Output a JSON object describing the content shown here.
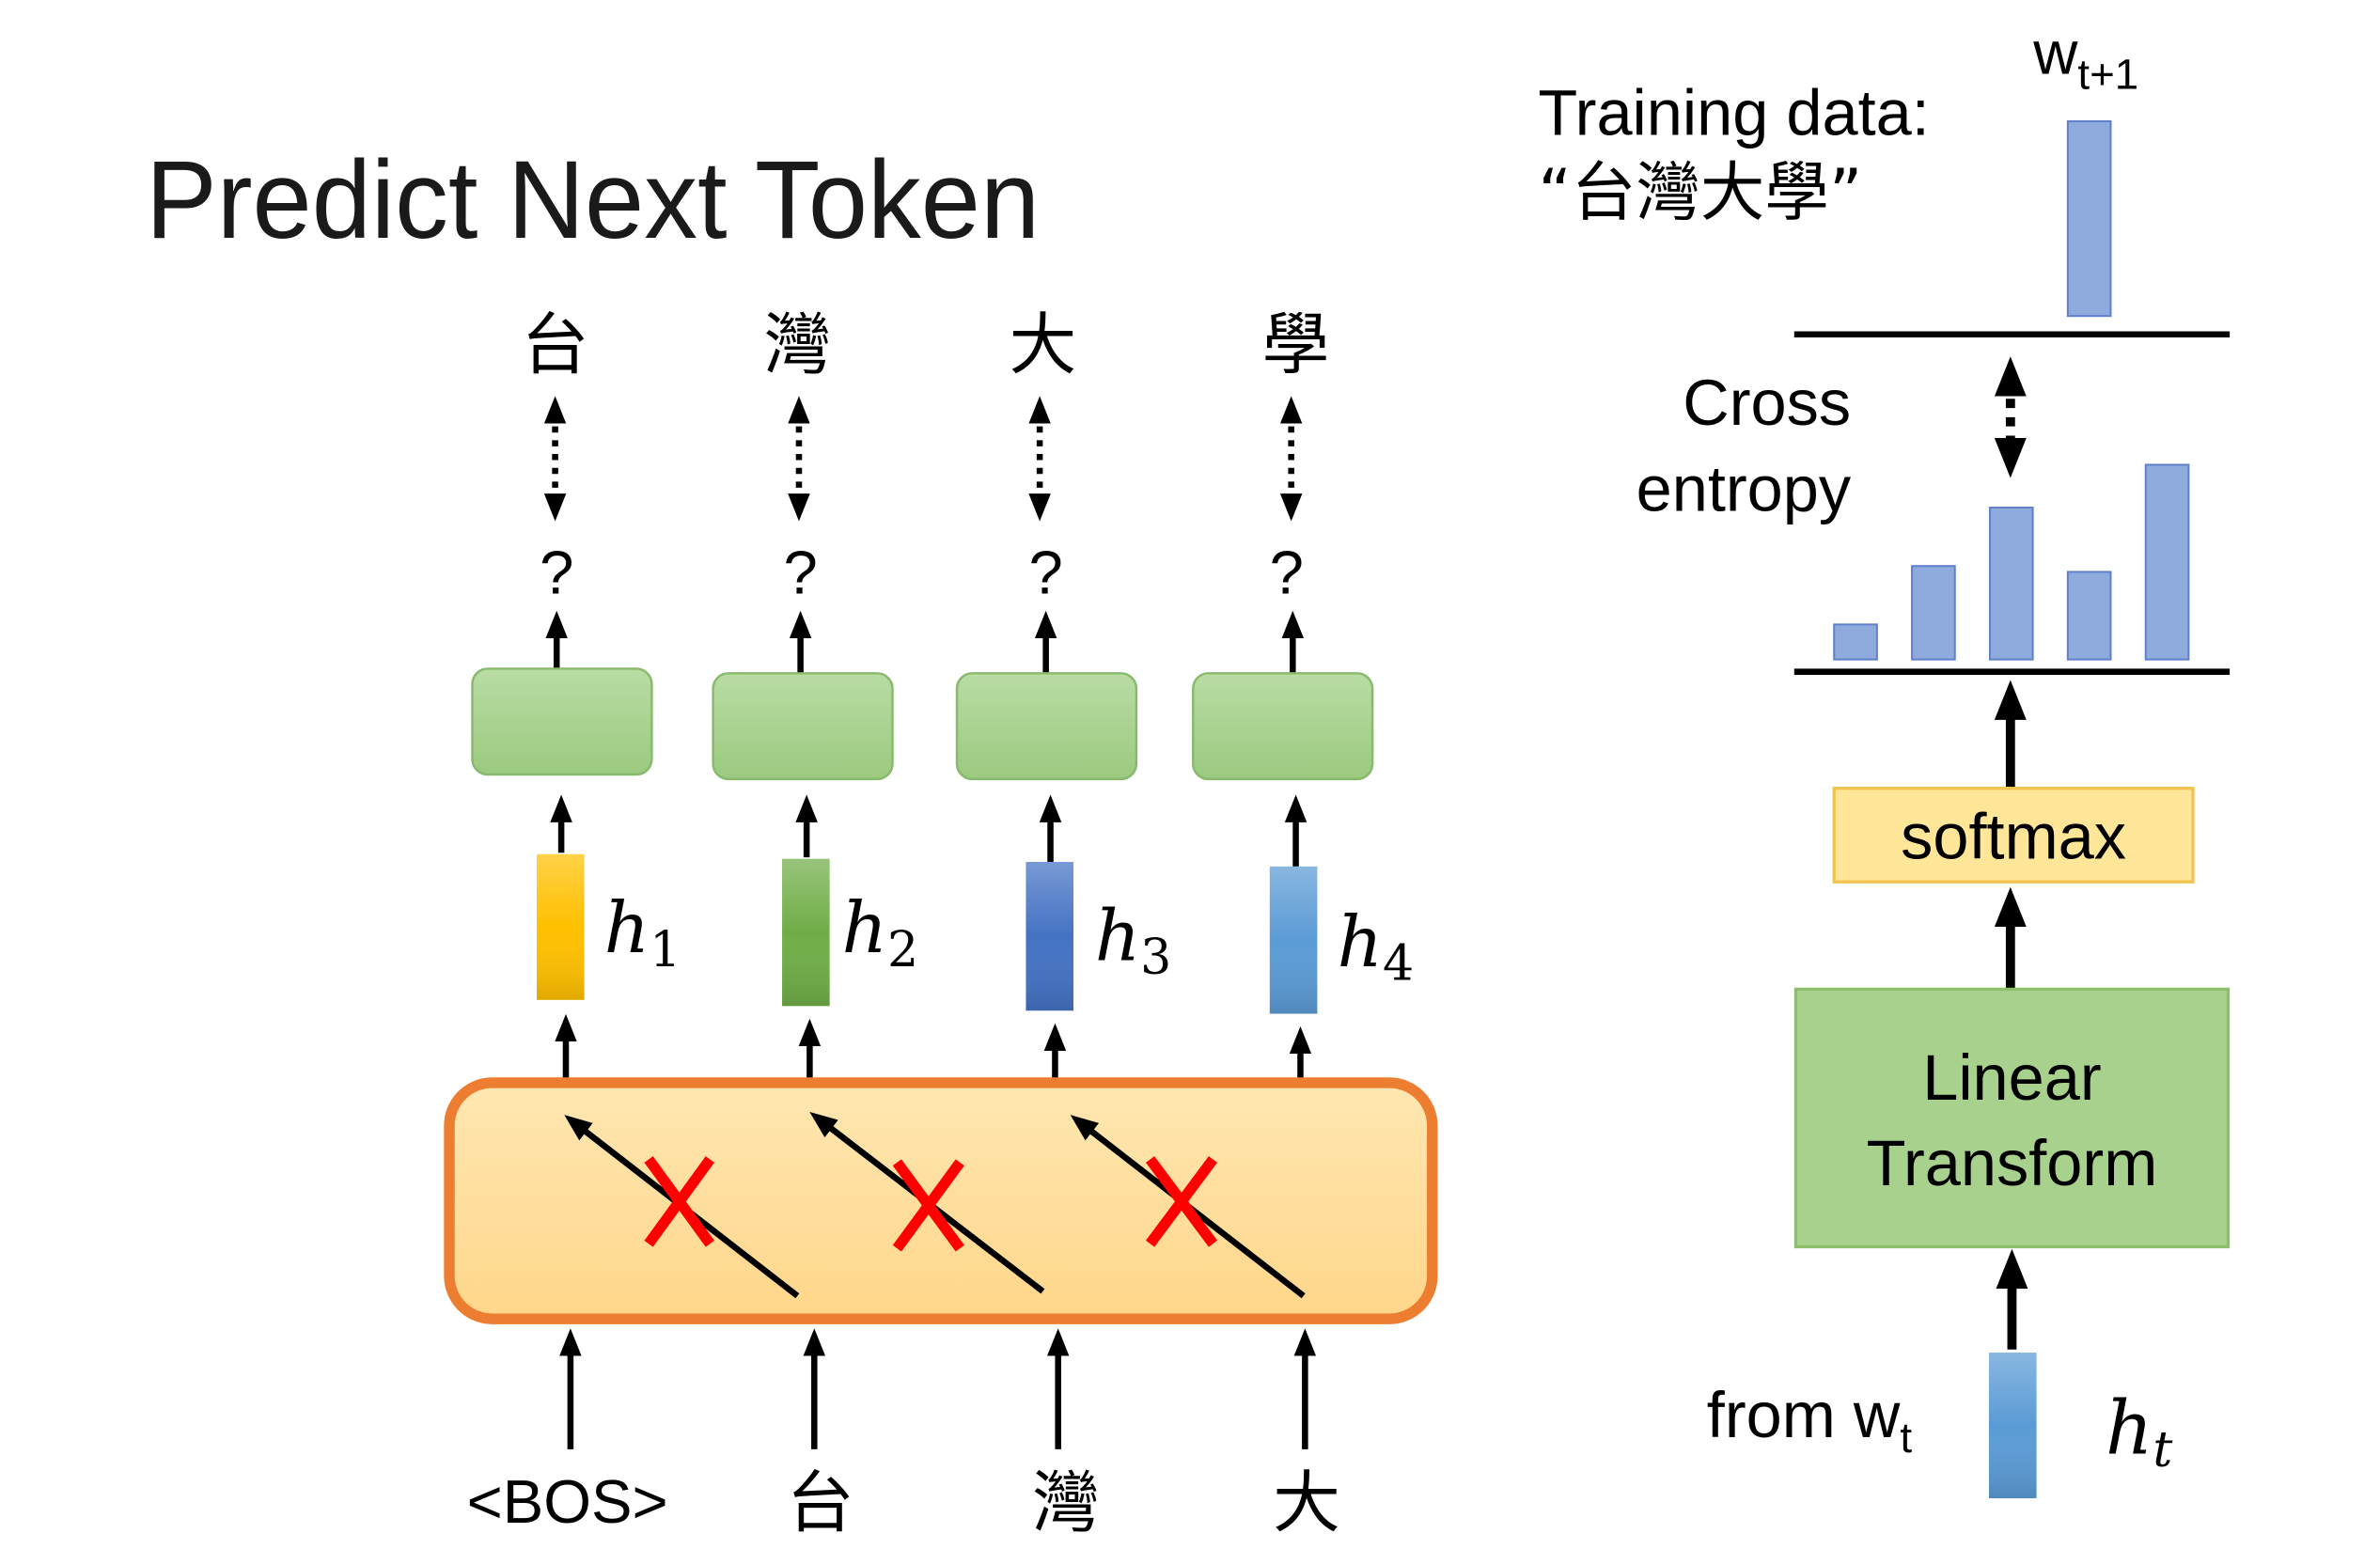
{
  "slide": {
    "title": "Predict Next Token"
  },
  "left_diagram": {
    "output_tokens": [
      "台",
      "灣",
      "大",
      "學"
    ],
    "predictions": [
      "?",
      "?",
      "?",
      "?"
    ],
    "hidden_states": [
      {
        "symbol": "h",
        "index": "1",
        "color": "#FFC000"
      },
      {
        "symbol": "h",
        "index": "2",
        "color": "#70AD47"
      },
      {
        "symbol": "h",
        "index": "3",
        "color": "#4472C4"
      },
      {
        "symbol": "h",
        "index": "4",
        "color": "#5B9BD5"
      }
    ],
    "input_tokens": [
      "<BOS>",
      "台",
      "灣",
      "大"
    ],
    "block_border_color": "#ED7D31",
    "mask_mark_color": "#FF0000"
  },
  "right_diagram": {
    "training_data_label": "Training data:",
    "training_data_value": "“台灣大學”",
    "target_label": {
      "symbol": "w",
      "index": "t+1"
    },
    "target_distribution": [
      0,
      0,
      0,
      1,
      0
    ],
    "loss_label": {
      "line1": "Cross",
      "line2": "entropy"
    },
    "predicted_distribution": [
      0.18,
      0.48,
      0.78,
      0.45,
      1.0
    ],
    "distribution_color": "#8FAADC",
    "softmax_label": "softmax",
    "linear_label": {
      "line1": "Linear",
      "line2": "Transform"
    },
    "input_label": {
      "text": "from w",
      "index": "t"
    },
    "hidden_label": {
      "symbol": "h",
      "index": "t"
    },
    "hidden_color": "#5B9BD5"
  }
}
